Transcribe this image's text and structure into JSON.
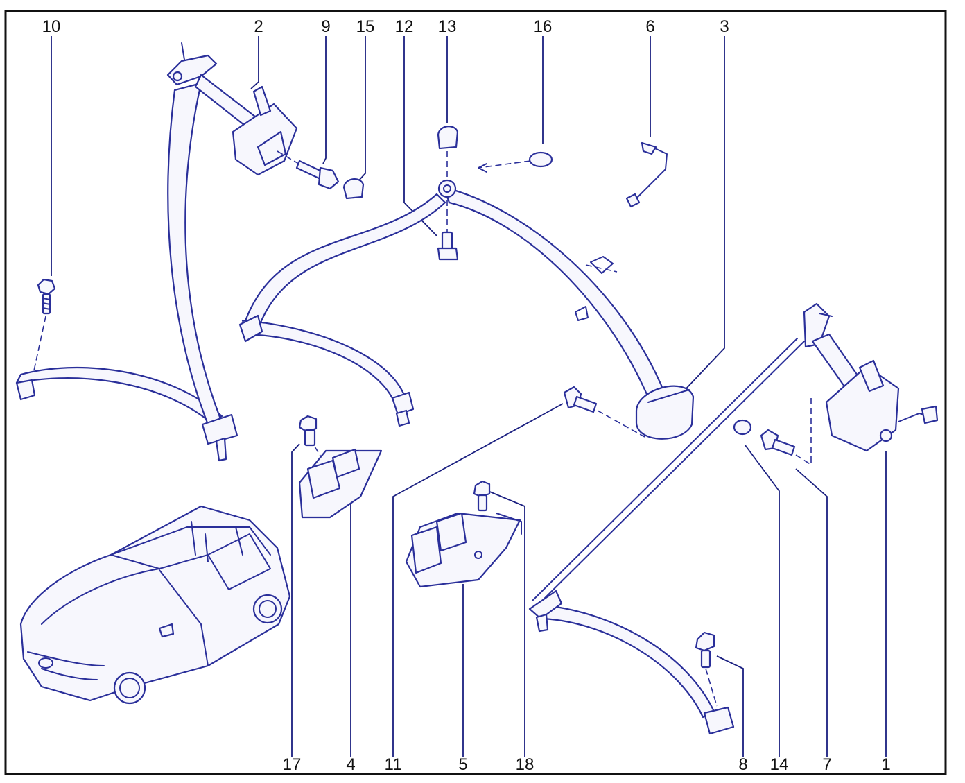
{
  "diagram": {
    "callouts_top": [
      "10",
      "2",
      "9",
      "15",
      "12",
      "13",
      "16",
      "6",
      "3"
    ],
    "callouts_bottom": [
      "17",
      "4",
      "11",
      "5",
      "18",
      "8",
      "14",
      "7",
      "1"
    ],
    "colors": {
      "ink": "#2a2f9a",
      "frame": "#111111",
      "background": "#ffffff"
    }
  }
}
